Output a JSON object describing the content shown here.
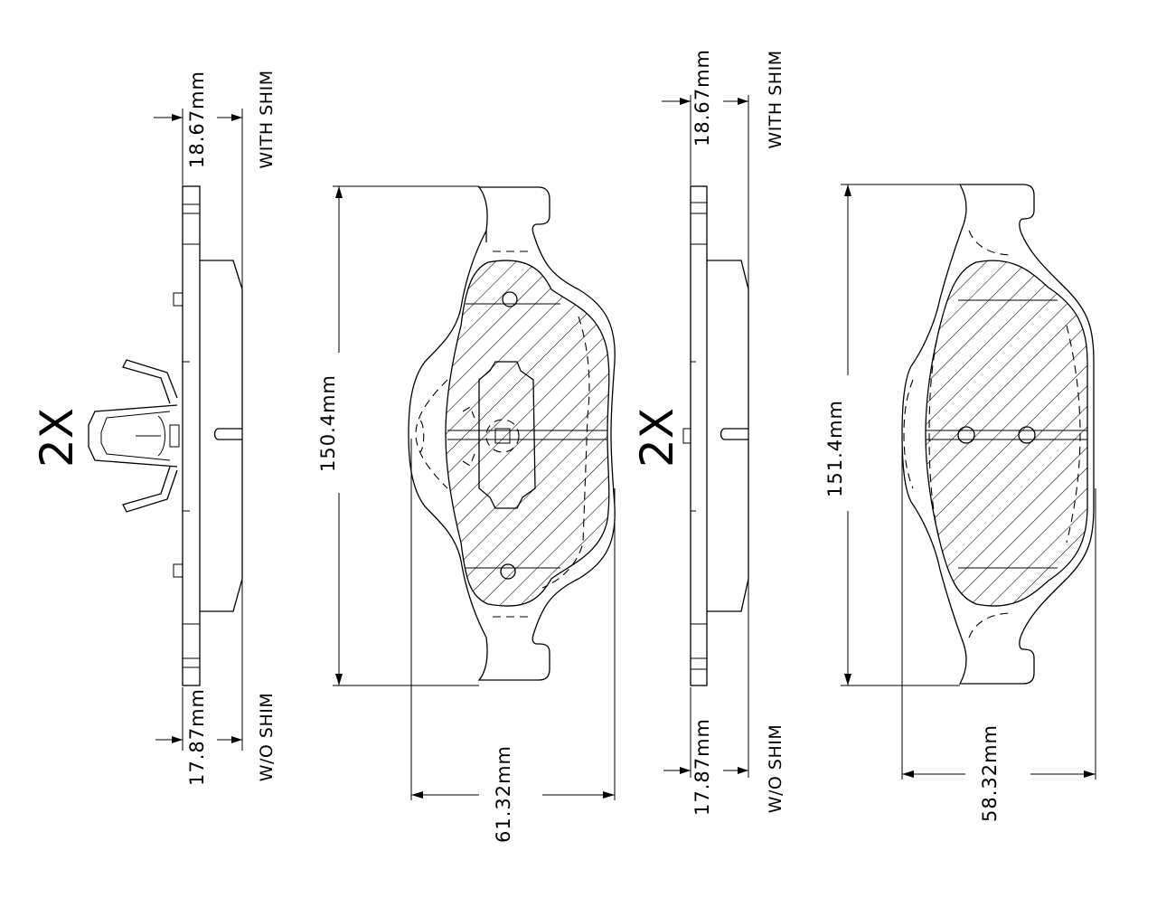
{
  "left_set": {
    "quantity": "2X",
    "thickness_with_shim": "18.67mm",
    "thickness_without_shim": "17.87mm",
    "with_shim_label": "WITH SHIM",
    "without_shim_label": "W/O SHIM",
    "length": "150.4mm",
    "width": "61.32mm"
  },
  "right_set": {
    "quantity": "2X",
    "thickness_with_shim": "18.67mm",
    "thickness_without_shim": "17.87mm",
    "with_shim_label": "WITH SHIM",
    "without_shim_label": "W/O SHIM",
    "length": "151.4mm",
    "width": "58.32mm"
  },
  "colors": {
    "line": "#000000",
    "background": "#ffffff"
  }
}
